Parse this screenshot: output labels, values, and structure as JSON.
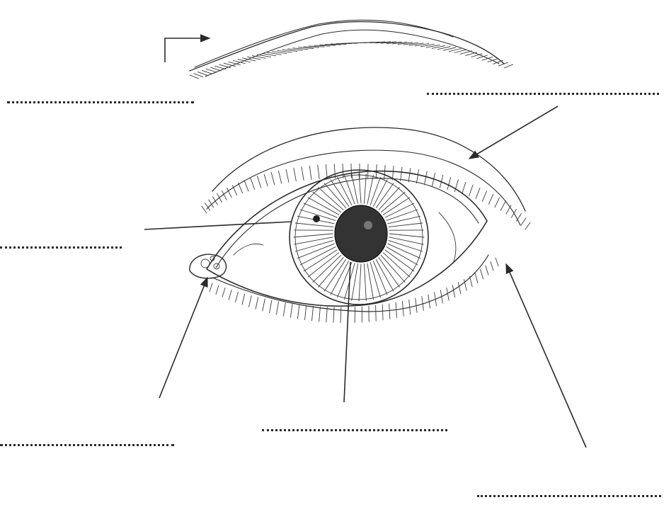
{
  "worksheet": {
    "labels": [
      {
        "id": "eyebrow",
        "answer": ""
      },
      {
        "id": "eyelid",
        "answer": ""
      },
      {
        "id": "pupil",
        "answer": ""
      },
      {
        "id": "tear-duct",
        "answer": ""
      },
      {
        "id": "iris",
        "answer": ""
      },
      {
        "id": "eyelashes",
        "answer": ""
      }
    ]
  },
  "colors": {
    "ink": "#2a2a2a",
    "paper": "#ffffff",
    "pupil": "#333333"
  }
}
